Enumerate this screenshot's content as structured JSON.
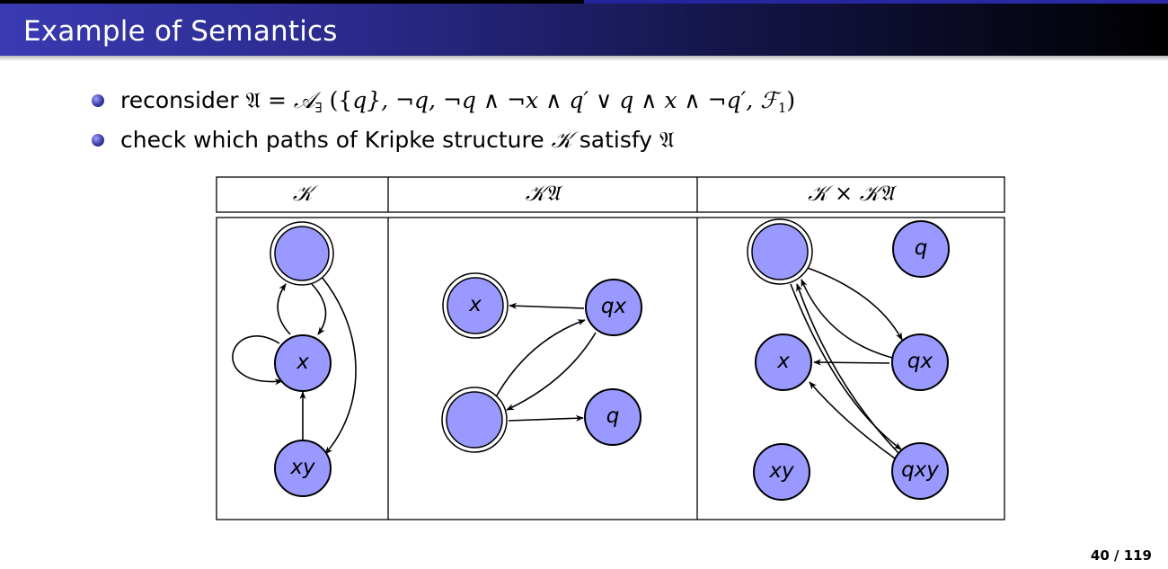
{
  "slide": {
    "title": "Example of Semantics",
    "page": "40 / 119"
  },
  "bullets": [
    {
      "prefix": "reconsider ",
      "formula": "𝔄 = 𝒜∃ ({q}, ¬q, ¬q ∧ ¬x ∧ q′ ∨ q ∧ x ∧ ¬q′, ℱ1)",
      "parts": {
        "a": "𝔄",
        "eq": " = ",
        "cal_a": "𝒜",
        "exists_sub": "∃",
        "args_open": " ({",
        "q": "q",
        "args_mid": "}, ¬q, ¬q ∧ ¬x ∧ q′ ∨ q ∧ x ∧ ¬q′, ",
        "cal_f": "ℱ",
        "f_sub": "1",
        "args_close": ")"
      }
    },
    {
      "prefix": "check which paths of Kripke structure ",
      "k": "𝒦",
      "mid": " satisfy ",
      "a": "𝔄"
    }
  ],
  "table": {
    "headers": [
      "𝒦",
      "𝒦𝔄",
      "𝒦 × 𝒦𝔄"
    ]
  },
  "graphs": {
    "kripke": {
      "nodes": [
        {
          "id": "k_empty",
          "label": "",
          "initial": true
        },
        {
          "id": "k_x",
          "label": "x",
          "initial": false
        },
        {
          "id": "k_xy",
          "label": "xy",
          "initial": false
        }
      ],
      "edges": [
        [
          "k_empty",
          "k_x"
        ],
        [
          "k_x",
          "k_empty"
        ],
        [
          "k_x",
          "k_x"
        ],
        [
          "k_empty",
          "k_xy"
        ],
        [
          "k_xy",
          "k_x"
        ]
      ]
    },
    "automaton": {
      "nodes": [
        {
          "id": "a_x",
          "label": "x",
          "initial": true
        },
        {
          "id": "a_qx",
          "label": "qx",
          "initial": false
        },
        {
          "id": "a_empty",
          "label": "",
          "initial": true
        },
        {
          "id": "a_q",
          "label": "q",
          "initial": false
        }
      ],
      "edges": [
        [
          "a_qx",
          "a_x"
        ],
        [
          "a_empty",
          "a_qx"
        ],
        [
          "a_qx",
          "a_empty"
        ],
        [
          "a_empty",
          "a_q"
        ]
      ]
    },
    "product": {
      "nodes": [
        {
          "id": "p_empty",
          "label": "",
          "initial": true
        },
        {
          "id": "p_q",
          "label": "q",
          "initial": false
        },
        {
          "id": "p_x",
          "label": "x",
          "initial": false
        },
        {
          "id": "p_qx",
          "label": "qx",
          "initial": false
        },
        {
          "id": "p_xy",
          "label": "xy",
          "initial": false
        },
        {
          "id": "p_qxy",
          "label": "qxy",
          "initial": false
        }
      ],
      "edges": [
        [
          "p_empty",
          "p_qx"
        ],
        [
          "p_qx",
          "p_empty"
        ],
        [
          "p_qx",
          "p_x"
        ],
        [
          "p_empty",
          "p_qxy"
        ],
        [
          "p_qxy",
          "p_empty"
        ],
        [
          "p_qxy",
          "p_x"
        ]
      ]
    }
  },
  "colors": {
    "node_fill": "#9999ff",
    "header_start": "#3a3ab3",
    "header_end": "#000000"
  }
}
